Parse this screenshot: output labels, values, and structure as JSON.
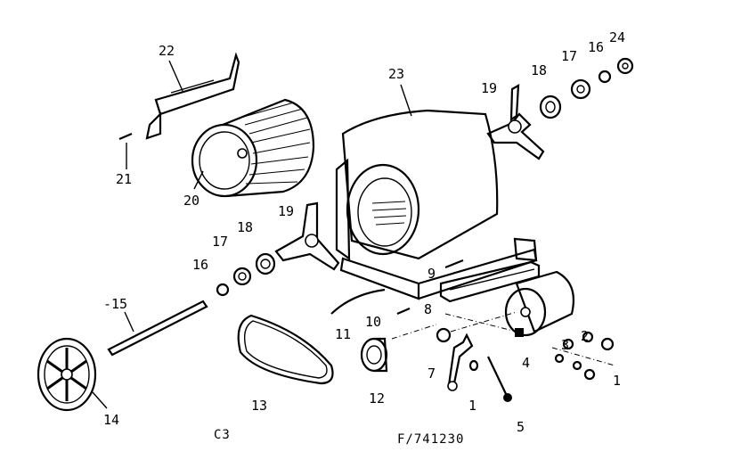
{
  "callouts": {
    "c1a": "1",
    "c1b": "1",
    "c2": "2",
    "c3": "3",
    "c4": "4",
    "c5": "5",
    "c7": "7",
    "c8": "8",
    "c9": "9",
    "c10": "10",
    "c11": "11",
    "c12": "12",
    "c13": "13",
    "c14": "14",
    "c15": "-15",
    "c16a": "16",
    "c16b": "16",
    "c17a": "17",
    "c17b": "17",
    "c18a": "18",
    "c18b": "18",
    "c19a": "19",
    "c19b": "19",
    "c20": "20",
    "c21": "21",
    "c22": "22",
    "c23": "23",
    "c24": "24"
  },
  "footer": {
    "code": "C3",
    "figure_number": "F/741230"
  }
}
